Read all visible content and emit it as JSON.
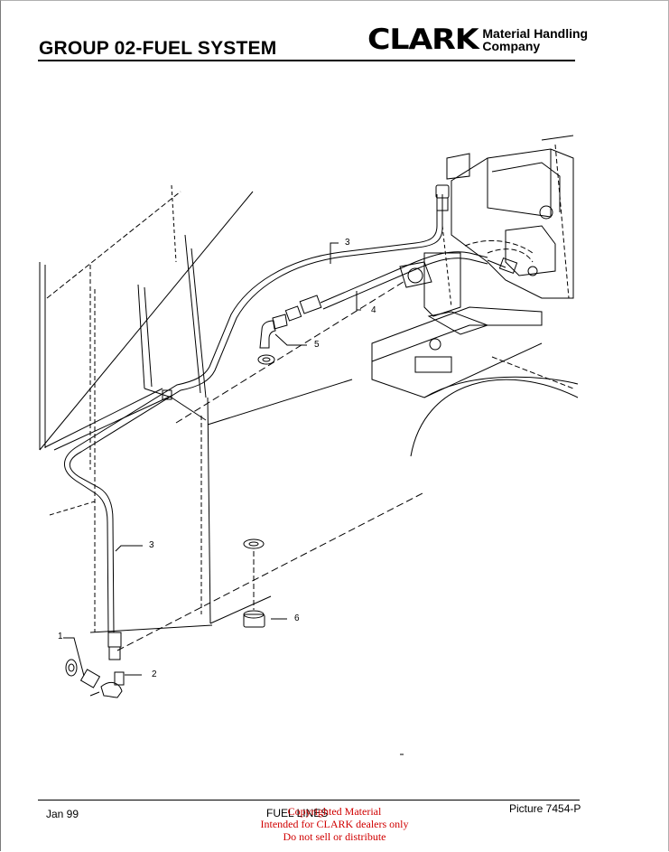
{
  "header": {
    "title": "GROUP 02-FUEL SYSTEM",
    "logo_mark": "CLARK",
    "logo_line1": "Material Handling",
    "logo_line2": "Company"
  },
  "callouts": {
    "c3_upper": "3",
    "c4": "4",
    "c5": "5",
    "c3_lower": "3",
    "c6": "6",
    "c1": "1",
    "c2": "2"
  },
  "footer": {
    "date": "Jan 99",
    "section": "FUEL LINES",
    "picture": "Picture 7454-P"
  },
  "watermark": {
    "line1": "Copyrighted Material",
    "line2": "Intended for CLARK dealers only",
    "line3": "Do not sell or distribute"
  }
}
